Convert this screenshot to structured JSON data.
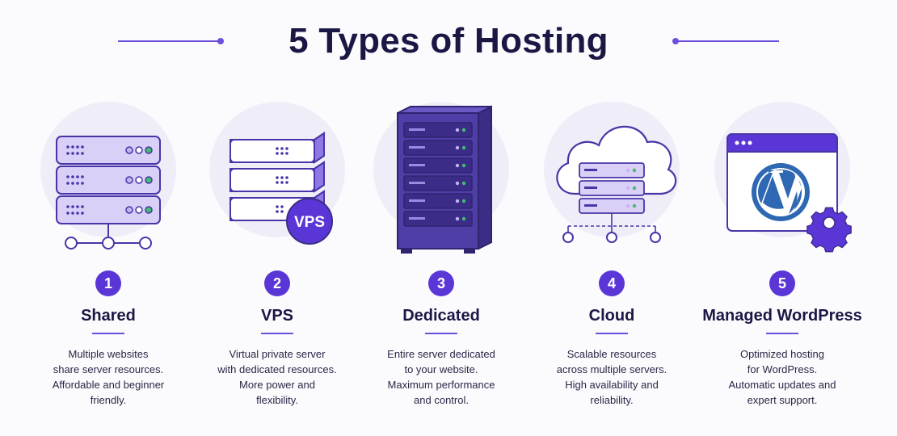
{
  "header": {
    "title": "5 Types of Hosting"
  },
  "colors": {
    "accent": "#5a36d6",
    "accent_light": "#ece6fb",
    "text_dark": "#1b1744",
    "server_dark": "#3b2d86"
  },
  "hosting_types": [
    {
      "number": "1",
      "name": "Shared",
      "icon": "shared-server-stack-icon",
      "description": [
        "Multiple websites",
        "share server resources.",
        "Affordable and beginner",
        "friendly."
      ]
    },
    {
      "number": "2",
      "name": "VPS",
      "icon": "vps-server-icon",
      "badge": "VPS",
      "description": [
        "Virtual private server",
        "with dedicated resources.",
        "More power and",
        "flexibility."
      ]
    },
    {
      "number": "3",
      "name": "Dedicated",
      "icon": "dedicated-server-rack-icon",
      "description": [
        "Entire server dedicated",
        "to your website.",
        "Maximum performance",
        "and control."
      ]
    },
    {
      "number": "4",
      "name": "Cloud",
      "icon": "cloud-server-icon",
      "description": [
        "Scalable resources",
        "across multiple servers.",
        "High availability and",
        "reliability."
      ]
    },
    {
      "number": "5",
      "name": "Managed WordPress",
      "icon": "wordpress-browser-icon",
      "description": [
        "Optimized hosting",
        "for WordPress.",
        "Automatic updates and",
        "expert support."
      ]
    }
  ]
}
